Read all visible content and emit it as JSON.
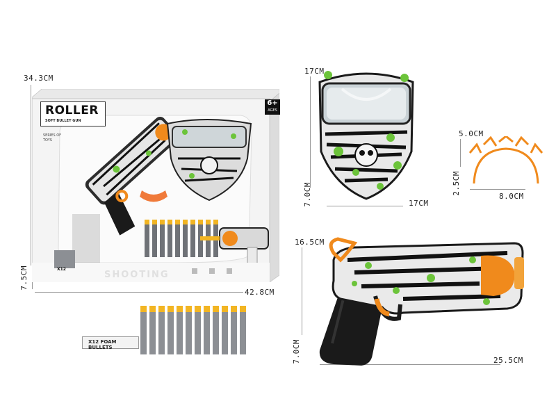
{
  "package": {
    "brand": "ROLLER",
    "subtitle": "SOFT BULLET GUN",
    "series": "SERIES OF",
    "series2": "TOYS",
    "age": "6+",
    "age_sub": "AGES",
    "bottom_text": "SHOOTING",
    "bullets_badge": "X12"
  },
  "dimensions": {
    "box_height": "34.3CM",
    "box_width": "42.8CM",
    "box_depth": "7.5CM",
    "mask_height": "17CM",
    "mask_width": "17CM",
    "mask_depth": "7.0CM",
    "ring_width": "8.0CM",
    "ring_height": "5.0CM",
    "ring_depth": "2.5CM",
    "gun_height": "16.5CM",
    "gun_width": "25.5CM",
    "gun_depth": "7.0CM"
  },
  "bullets": {
    "label": "X12 FOAM BULLETS",
    "count": 12
  },
  "colors": {
    "orange": "#f08a1c",
    "green": "#6cc43a",
    "black": "#1a1a1a",
    "foam": "#8c8f94",
    "tip": "#f2b523"
  }
}
